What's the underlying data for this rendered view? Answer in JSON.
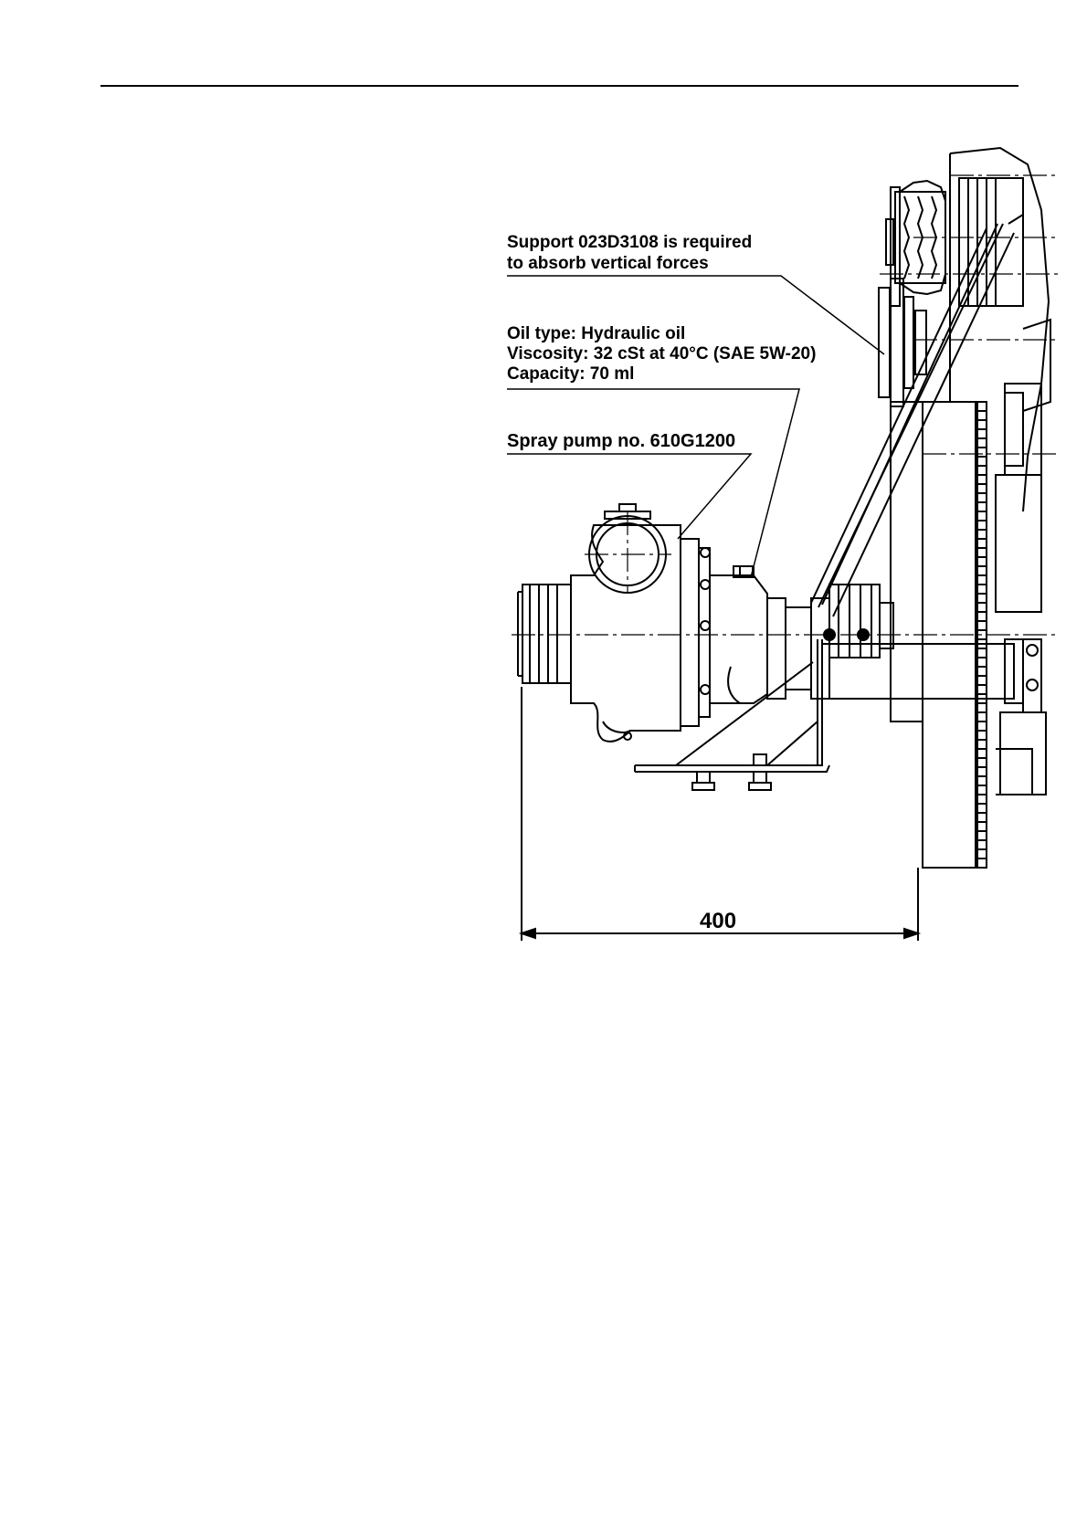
{
  "annotations": {
    "support": {
      "line1": "Support 023D3108 is required",
      "line2": "to absorb vertical forces"
    },
    "oil": {
      "line1": "Oil type: Hydraulic oil",
      "line2": "Viscosity: 32 cSt at 40°C (SAE 5W-20)",
      "line3": "Capacity: 70 ml"
    },
    "pump": {
      "label": "Spray pump no. 610G1200"
    }
  },
  "dimension": {
    "value": "400"
  }
}
